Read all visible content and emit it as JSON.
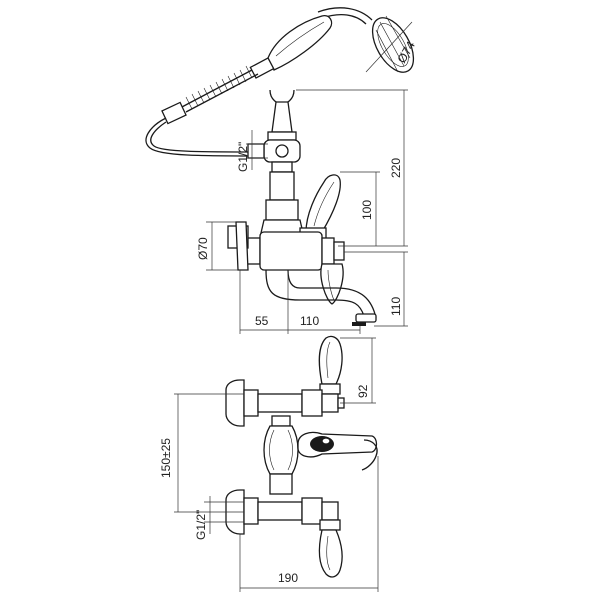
{
  "drawing": {
    "dimensions": {
      "shower_head_diameter": "Ø74",
      "hose_connector_thread": "G1/2\"",
      "overall_height": "220",
      "handle_height": "100",
      "escutcheon_diameter": "Ø70",
      "wall_offset": "55",
      "spout_reach": "110",
      "spout_height": "110",
      "handle_upper_height": "92",
      "center_distance": "150±25",
      "inlet_thread": "G1/2\"",
      "overall_width": "190"
    }
  }
}
